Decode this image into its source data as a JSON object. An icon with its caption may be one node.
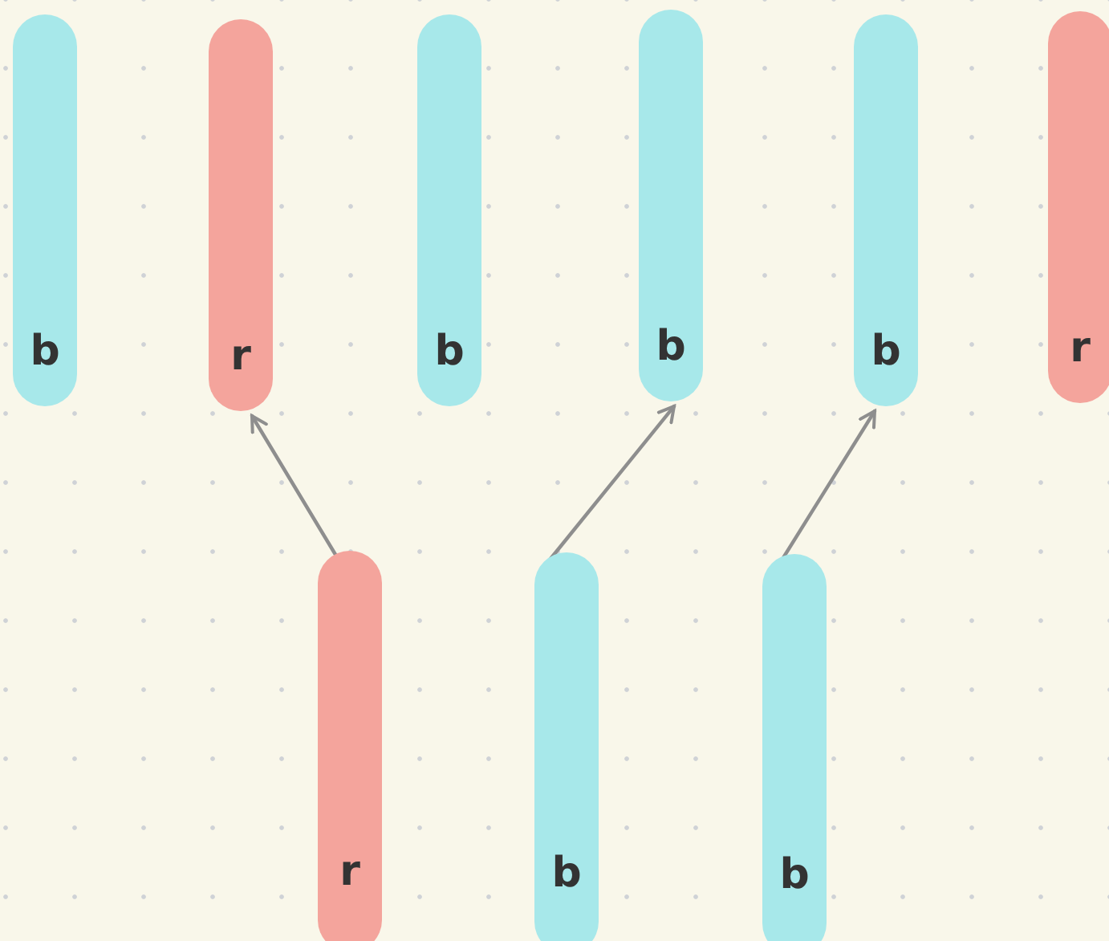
{
  "diagram": {
    "nodes": [
      {
        "text": [
          "b"
        ]
      },
      {
        "text": [
          "r"
        ]
      },
      {
        "text": [
          "b"
        ]
      },
      {
        "text": [
          "b"
        ]
      },
      {
        "text": [
          "b"
        ]
      },
      {
        "text": [
          "r"
        ]
      },
      {
        "text": [
          "r"
        ]
      },
      {
        "text": [
          "b"
        ]
      },
      {
        "text": [
          "b"
        ]
      }
    ],
    "edges": [
      {
        "from": 6,
        "to": 1,
        "arrow": "to"
      },
      {
        "from": 7,
        "to": 3,
        "arrow": "to"
      },
      {
        "from": 8,
        "to": 4,
        "arrow": "to"
      }
    ]
  }
}
